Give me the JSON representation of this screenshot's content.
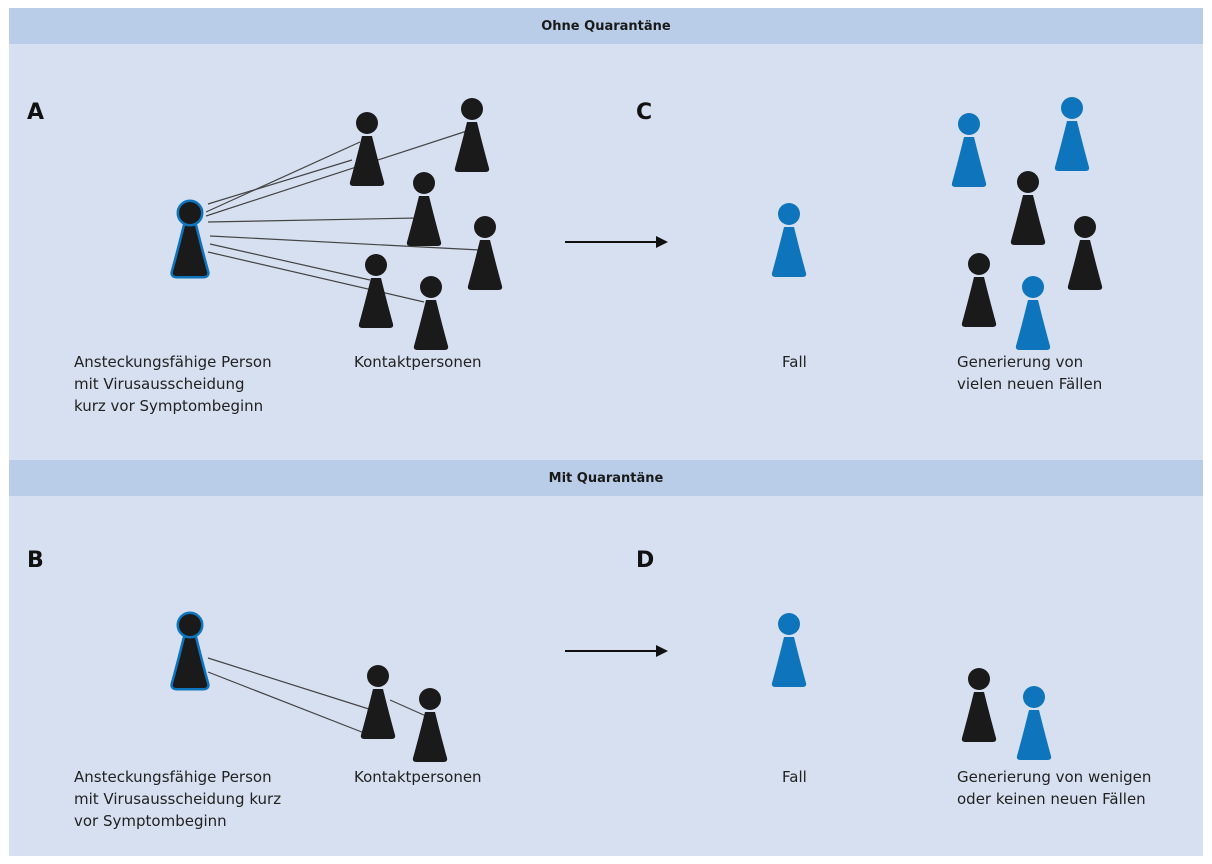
{
  "sections": {
    "top": {
      "title": "Ohne Quarantäne",
      "panel_left": {
        "letter": "A",
        "source_caption": [
          "Ansteckungsfähige Person",
          "mit Virusausscheidung",
          "kurz vor Symptombeginn"
        ],
        "contacts_caption": "Kontaktpersonen"
      },
      "panel_right": {
        "letter": "C",
        "case_caption": "Fall",
        "result_caption": [
          "Generierung von",
          "vielen neuen Fällen"
        ]
      }
    },
    "bottom": {
      "title": "Mit Quarantäne",
      "panel_left": {
        "letter": "B",
        "source_caption": [
          "Ansteckungsfähige Person",
          "mit Virusausscheidung kurz",
          "vor Symptombeginn"
        ],
        "contacts_caption": "Kontaktpersonen"
      },
      "panel_right": {
        "letter": "D",
        "case_caption": "Fall",
        "result_caption": [
          "Generierung von wenigen",
          "oder keinen neuen Fällen"
        ]
      }
    }
  },
  "colors": {
    "background": "#d7e0f0",
    "header": "#b9cde8",
    "infected": "#0e74bc",
    "contact": "#1a1a1a",
    "line": "#444444"
  }
}
